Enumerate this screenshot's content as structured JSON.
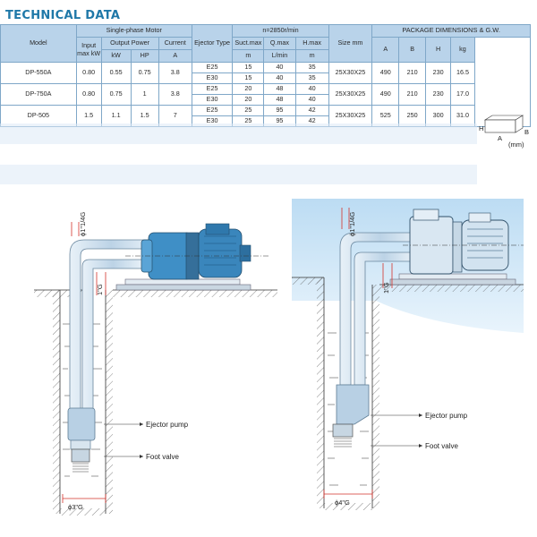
{
  "title": "TECHNICAL DATA",
  "table": {
    "header": {
      "model": "Model",
      "motor_group": "Single-phase Motor",
      "input": "Input max kW",
      "output_power": "Output Power",
      "kw": "kW",
      "hp": "HP",
      "current": "Current",
      "current_unit": "A",
      "ejector": "Ejector Type",
      "speed": "n=2850r/min",
      "suct": "Suct.max",
      "suct_unit": "m",
      "qmax": "Q.max",
      "qmax_unit": "L/min",
      "hmax": "H.max",
      "hmax_unit": "m",
      "size": "Size mm",
      "pkg": "PACKAGE DIMENSIONS & G.W.",
      "pkg_a": "A",
      "pkg_b": "B",
      "pkg_h": "H",
      "pkg_kg": "kg"
    },
    "models": [
      {
        "model": "DP-550A",
        "input": "0.80",
        "kw": "0.55",
        "hp": "0.75",
        "current": "3.8",
        "size": "25X30X25",
        "A": "490",
        "B": "210",
        "H": "230",
        "kg": "16.5",
        "ejectors": [
          {
            "type": "E25",
            "suct": "15",
            "q": "40",
            "h": "35"
          },
          {
            "type": "E30",
            "suct": "15",
            "q": "40",
            "h": "35"
          }
        ]
      },
      {
        "model": "DP-750A",
        "input": "0.80",
        "kw": "0.75",
        "hp": "1",
        "current": "3.8",
        "size": "25X30X25",
        "A": "490",
        "B": "210",
        "H": "230",
        "kg": "17.0",
        "ejectors": [
          {
            "type": "E25",
            "suct": "20",
            "q": "48",
            "h": "40"
          },
          {
            "type": "E30",
            "suct": "20",
            "q": "48",
            "h": "40"
          }
        ]
      },
      {
        "model": "DP-505",
        "input": "1.5",
        "kw": "1.1",
        "hp": "1.5",
        "current": "7",
        "size": "25X30X25",
        "A": "525",
        "B": "250",
        "H": "300",
        "kg": "31.0",
        "ejectors": [
          {
            "type": "E25",
            "suct": "25",
            "q": "95",
            "h": "42"
          },
          {
            "type": "E30",
            "suct": "25",
            "q": "95",
            "h": "42"
          }
        ]
      }
    ]
  },
  "box_diagram": {
    "h": "H",
    "a": "A",
    "b": "B",
    "unit": "(mm)"
  },
  "diagrams": {
    "left": {
      "pipe_top": "ϕ1\"1/4G",
      "pipe_side": "1\"G",
      "ejector_label": "Ejector pump",
      "foot_label": "Foot valve",
      "well": "ϕ3\"G"
    },
    "right": {
      "pipe_top": "ϕ1\"1/4G",
      "pipe_side": "1\"G",
      "ejector_label": "Ejector pump",
      "foot_label": "Foot valve",
      "well": "ϕ4\"G"
    }
  },
  "colors": {
    "title": "#1f78a8",
    "header_bg": "#b9d3ea",
    "grid": "#7fa7c8",
    "pump_blue": "#3f8fc6",
    "dim_red": "#d3322a",
    "sky": "#cfe6f7"
  }
}
